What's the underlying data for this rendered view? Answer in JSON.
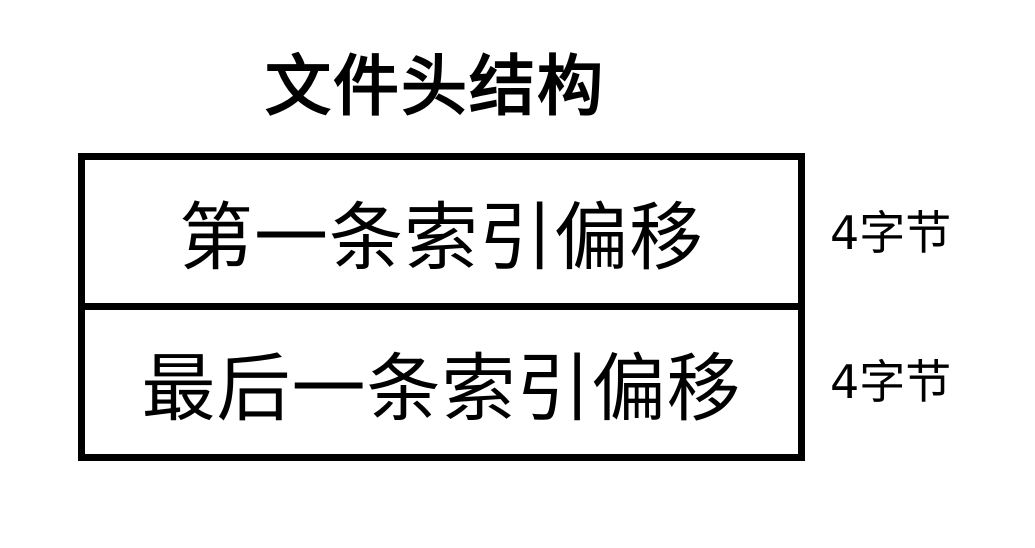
{
  "title": "文件头结构",
  "fields": [
    {
      "label": "第一条索引偏移",
      "size": "4字节"
    },
    {
      "label": "最后一条索引偏移",
      "size": "4字节"
    }
  ]
}
